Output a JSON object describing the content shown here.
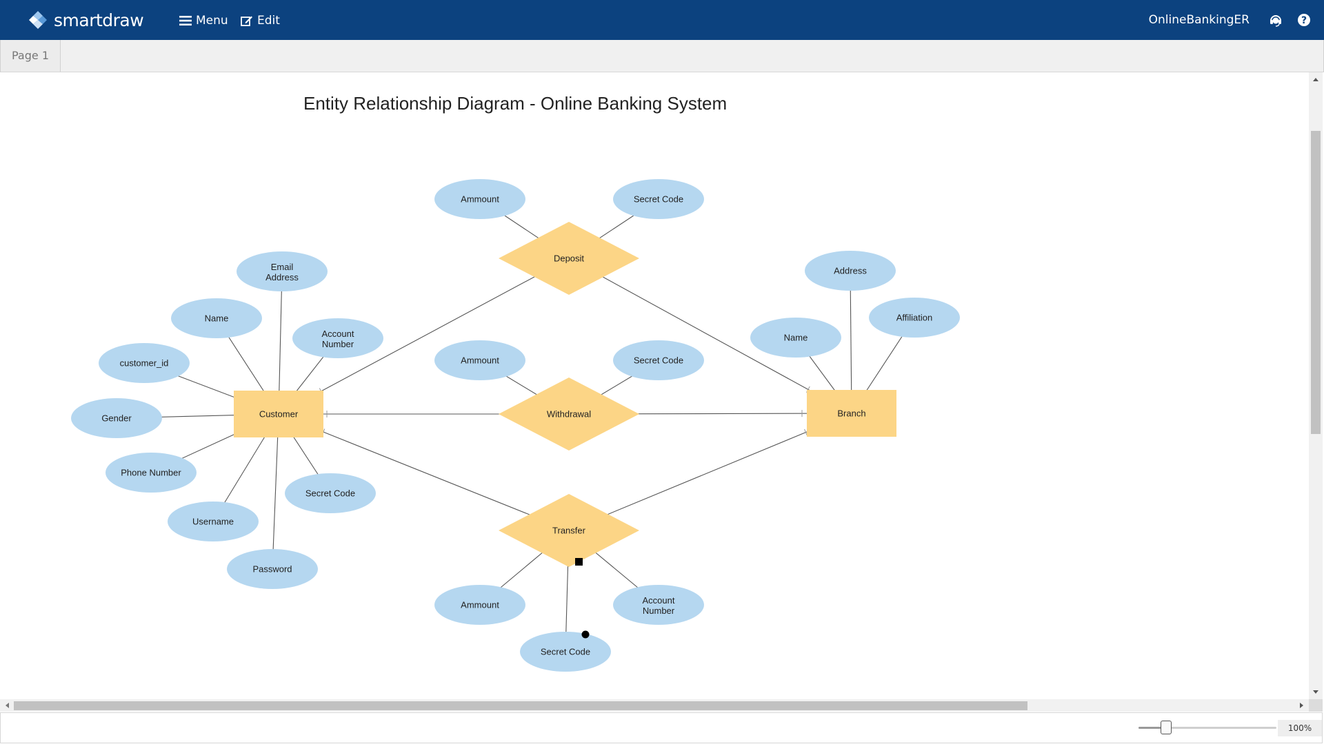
{
  "header": {
    "brand": "smartdraw",
    "menu_label": "Menu",
    "edit_label": "Edit",
    "document_name": "OnlineBankingER",
    "icons": [
      "smartdraw-logo-icon",
      "hamburger-menu-icon",
      "edit-icon",
      "support-headset-icon",
      "help-icon"
    ]
  },
  "tabs": [
    {
      "label": "Page 1"
    }
  ],
  "diagram": {
    "title": "Entity Relationship Diagram - Online Banking System",
    "entities": [
      {
        "id": "customer",
        "label": "Customer"
      },
      {
        "id": "branch",
        "label": "Branch"
      }
    ],
    "relationships": [
      {
        "id": "deposit",
        "label": "Deposit"
      },
      {
        "id": "withdrawal",
        "label": "Withdrawal"
      },
      {
        "id": "transfer",
        "label": "Transfer"
      }
    ],
    "attributes": [
      {
        "id": "cust_email",
        "label": "Email Address",
        "of": "customer"
      },
      {
        "id": "cust_name",
        "label": "Name",
        "of": "customer"
      },
      {
        "id": "cust_account",
        "label": "Account Number",
        "of": "customer"
      },
      {
        "id": "cust_id",
        "label": "customer_id",
        "of": "customer"
      },
      {
        "id": "cust_gender",
        "label": "Gender",
        "of": "customer"
      },
      {
        "id": "cust_phone",
        "label": "Phone Number",
        "of": "customer"
      },
      {
        "id": "cust_secret",
        "label": "Secret Code",
        "of": "customer"
      },
      {
        "id": "cust_username",
        "label": "Username",
        "of": "customer"
      },
      {
        "id": "cust_password",
        "label": "Password",
        "of": "customer"
      },
      {
        "id": "dep_amount",
        "label": "Ammount",
        "of": "deposit"
      },
      {
        "id": "dep_secret",
        "label": "Secret Code",
        "of": "deposit"
      },
      {
        "id": "wd_amount",
        "label": "Ammount",
        "of": "withdrawal"
      },
      {
        "id": "wd_secret",
        "label": "Secret Code",
        "of": "withdrawal"
      },
      {
        "id": "tr_amount",
        "label": "Ammount",
        "of": "transfer"
      },
      {
        "id": "tr_secret",
        "label": "Secret Code",
        "of": "transfer"
      },
      {
        "id": "tr_account",
        "label": "Account Number",
        "of": "transfer"
      },
      {
        "id": "br_address",
        "label": "Address",
        "of": "branch"
      },
      {
        "id": "br_affiliation",
        "label": "Affiliation",
        "of": "branch"
      },
      {
        "id": "br_name",
        "label": "Name",
        "of": "branch"
      }
    ],
    "links": [
      [
        "customer",
        "deposit"
      ],
      [
        "customer",
        "withdrawal"
      ],
      [
        "customer",
        "transfer"
      ],
      [
        "deposit",
        "branch"
      ],
      [
        "withdrawal",
        "branch"
      ],
      [
        "transfer",
        "branch"
      ]
    ],
    "colors": {
      "entity_fill": "#fcd586",
      "relationship_fill": "#fcd586",
      "attribute_fill": "#b5d7f0",
      "line": "#555555",
      "title": "#222222"
    }
  },
  "footer": {
    "zoom_label": "100%",
    "zoom_level": 0.2
  },
  "colors": {
    "header_bg": "#0c427f",
    "tabbar_bg": "#f0f0f0"
  }
}
